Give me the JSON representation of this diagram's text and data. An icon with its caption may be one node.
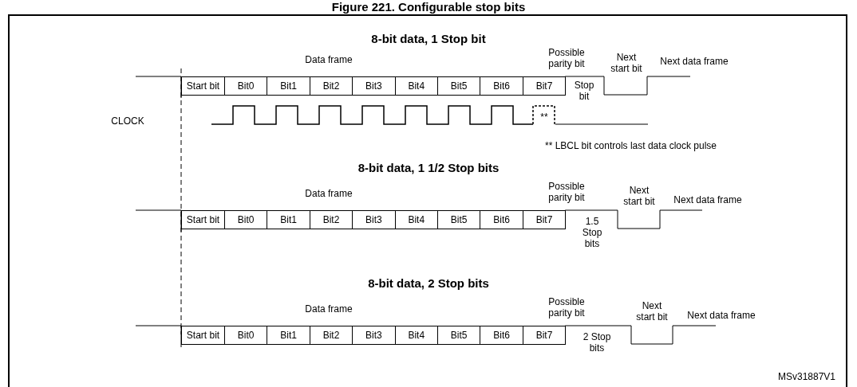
{
  "diagram": {
    "title": "Figure 221. Configurable stop bits",
    "nodes": [
      {
        "text": [
          "Start bit"
        ]
      },
      {
        "text": [
          "Bit0"
        ]
      },
      {
        "text": [
          "Bit1"
        ]
      },
      {
        "text": [
          "Bit2"
        ]
      },
      {
        "text": [
          "Bit3"
        ]
      },
      {
        "text": [
          "Bit4"
        ]
      },
      {
        "text": [
          "Bit5"
        ]
      },
      {
        "text": [
          "Bit6"
        ]
      },
      {
        "text": [
          "Bit7"
        ]
      },
      {
        "text": [
          "Start bit"
        ]
      },
      {
        "text": [
          "Bit0"
        ]
      },
      {
        "text": [
          "Bit1"
        ]
      },
      {
        "text": [
          "Bit2"
        ]
      },
      {
        "text": [
          "Bit3"
        ]
      },
      {
        "text": [
          "Bit4"
        ]
      },
      {
        "text": [
          "Bit5"
        ]
      },
      {
        "text": [
          "Bit6"
        ]
      },
      {
        "text": [
          "Bit7"
        ]
      },
      {
        "text": [
          "Start bit"
        ]
      },
      {
        "text": [
          "Bit0"
        ]
      },
      {
        "text": [
          "Bit1"
        ]
      },
      {
        "text": [
          "Bit2"
        ]
      },
      {
        "text": [
          "Bit3"
        ]
      },
      {
        "text": [
          "Bit4"
        ]
      },
      {
        "text": [
          "Bit5"
        ]
      },
      {
        "text": [
          "Bit6"
        ]
      },
      {
        "text": [
          "Bit7"
        ]
      }
    ],
    "labels": [
      "8-bit data, 1 Stop bit",
      "Data frame",
      "Possible parity bit",
      "Next start bit",
      "Next data frame",
      "Stop bit",
      "CLOCK",
      "**",
      "** LBCL bit controls last data clock pulse",
      "8-bit data, 1 1/2 Stop bits",
      "Data frame",
      "Possible parity bit",
      "Next start bit",
      "Next data frame",
      "1.5 Stop bits",
      "8-bit data, 2 Stop bits",
      "Data frame",
      "Possible parity bit",
      "Next start bit",
      "Next data frame",
      "2 Stop bits",
      "MSv31887V1"
    ]
  }
}
